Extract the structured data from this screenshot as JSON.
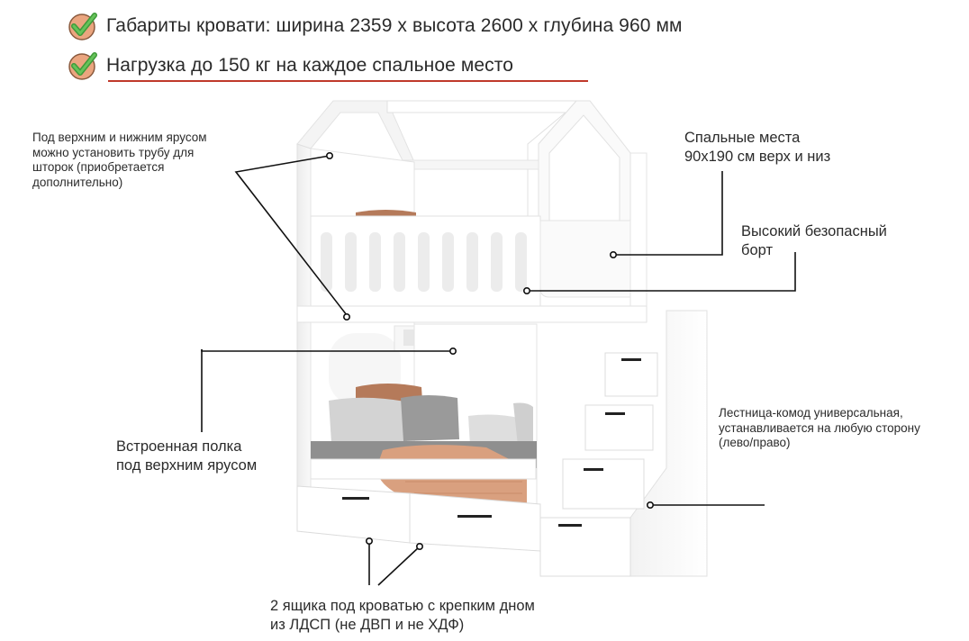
{
  "header": {
    "items": [
      {
        "text": "Габариты кровати: ширина 2359 х высота 2600 х глубина 960 мм",
        "icon": "checkmark-icon"
      },
      {
        "text": "Нагрузка до 150 кг на каждое спальное место",
        "icon": "checkmark-icon"
      }
    ],
    "accent_color": "#c0392b",
    "check_color": "#4caf50",
    "badge_color": "#e8a37a"
  },
  "callouts": {
    "curtain": {
      "lines": [
        "Под верхним и нижним ярусом",
        "можно установить трубу для",
        "шторок (приобретается",
        "дополнительно)"
      ]
    },
    "sleep": {
      "lines": [
        "Спальные места",
        "90х190 см верх и низ"
      ]
    },
    "side": {
      "lines": [
        "Высокий безопасный",
        "борт"
      ]
    },
    "shelf": {
      "lines": [
        "Встроенная полка",
        "под верхним ярусом"
      ]
    },
    "stairs": {
      "lines": [
        "Лестница-комод универсальная,",
        "устанавливается на любую сторону",
        "(лево/право)"
      ]
    },
    "drawers": {
      "lines": [
        "2 ящика под кроватью с крепким дном",
        "из ЛДСП (не ДВП и не ХДФ)"
      ]
    }
  },
  "product": {
    "name": "bunk-bed-house-illustration",
    "body_color": "#ffffff",
    "mattress_color": "#8a8a8a",
    "pillow_color": "#b57a5a",
    "blanket_color": "#d9a07f"
  }
}
